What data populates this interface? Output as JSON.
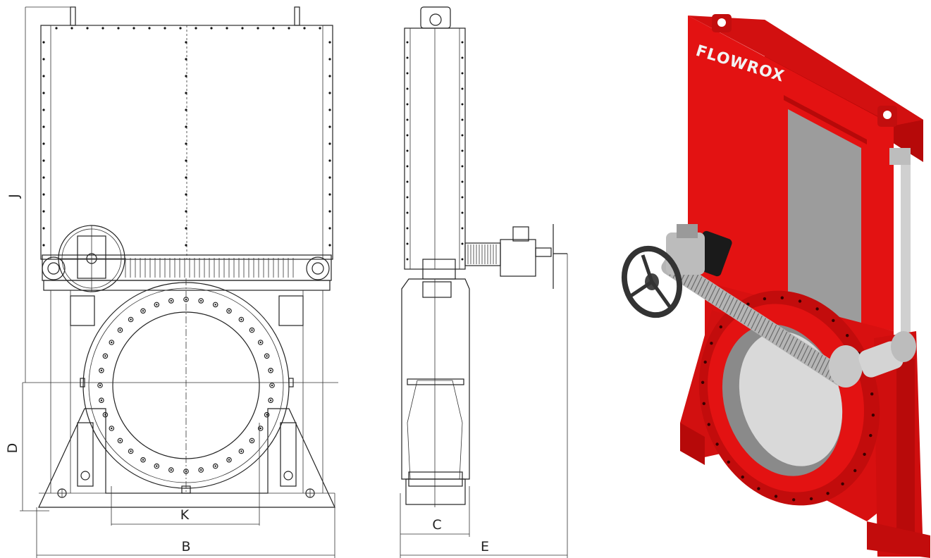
{
  "dimensions": {
    "J": "J",
    "D": "D",
    "K": "K",
    "B": "B",
    "C": "C",
    "E": "E"
  },
  "brand": {
    "logo_text": "FLOWROX"
  },
  "colors": {
    "valve_body": "#e01010",
    "valve_shadow": "#a80808",
    "gate": "#9a9a9a",
    "steel": "#cfcfcf",
    "lines": "#222222"
  },
  "icons": {
    "front_view": "front-view-drawing",
    "side_view": "side-view-drawing",
    "render": "valve-3d-render"
  }
}
